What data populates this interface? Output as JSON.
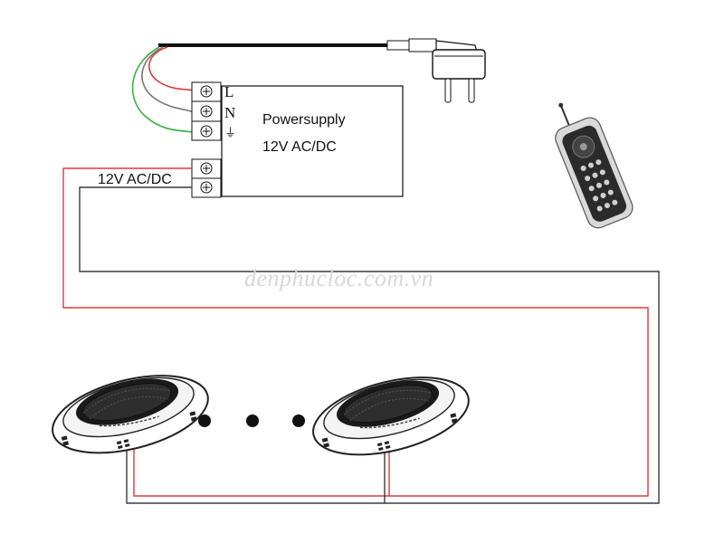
{
  "power_supply": {
    "title": "Powersupply",
    "rating": "12V AC/DC",
    "terminal_L": "L",
    "terminal_N": "N",
    "terminal_ground": "⏚"
  },
  "output_label": "12V AC/DC",
  "watermark": "denphucloc.com.vn",
  "wire_colors": {
    "red": "#e03a3a",
    "green": "#3cb043",
    "gray": "#777777",
    "black": "#111111",
    "output_negative": "#3a3a3a"
  },
  "icons": {
    "plug": "euro-plug-icon",
    "remote": "remote-control-icon",
    "light": "pool-light-icon",
    "terminal": "screw-terminal-icon"
  },
  "light_count_shown": 2,
  "ellipsis_dots": 3
}
